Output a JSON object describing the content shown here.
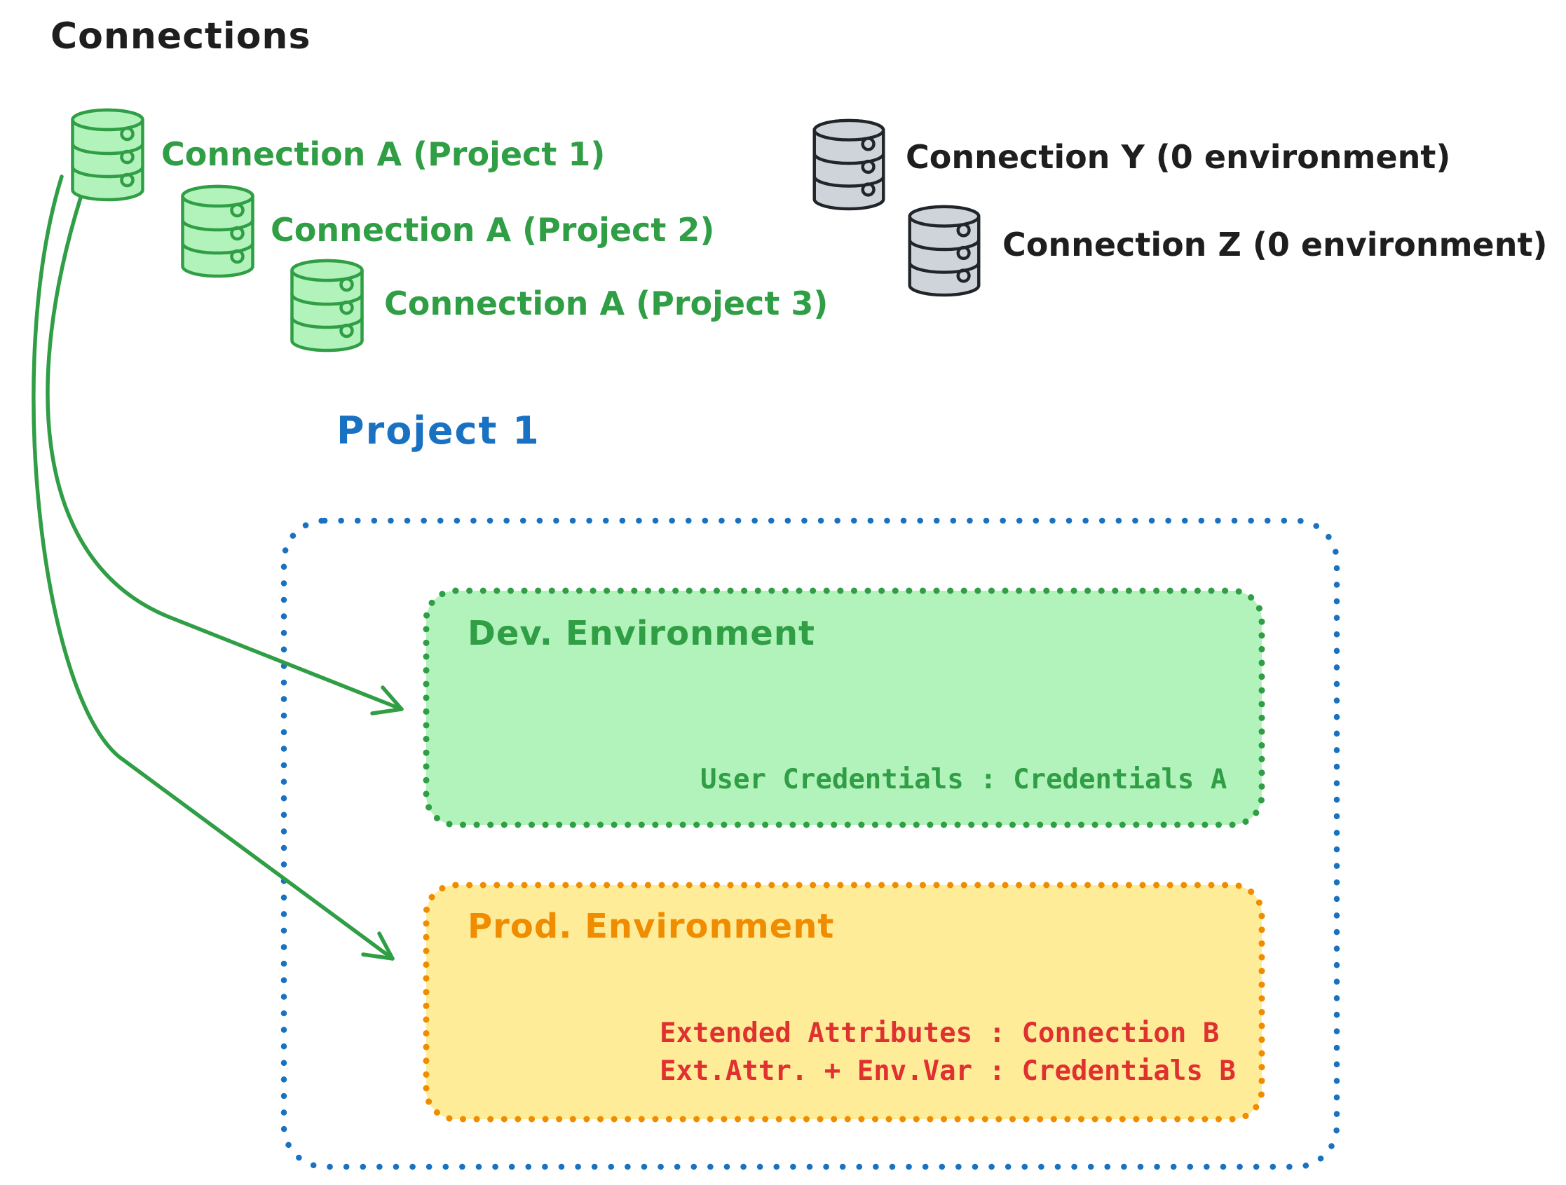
{
  "title": "Connections",
  "palette": {
    "green_stroke": "#2f9e44",
    "green_fill": "#b2f2bb",
    "gray_fill": "#ced4da",
    "dark_stroke": "#212529",
    "black_text": "#1e1e1e",
    "blue": "#1971c2",
    "orange": "#f08c00",
    "yellow_fill": "#ffec99",
    "red": "#e03131"
  },
  "connections": {
    "project_scoped": [
      {
        "label": "Connection A (Project 1)"
      },
      {
        "label": "Connection A (Project 2)"
      },
      {
        "label": "Connection A (Project 3)"
      }
    ],
    "unscoped": [
      {
        "label": "Connection Y (0 environment)"
      },
      {
        "label": "Connection Z (0 environment)"
      }
    ]
  },
  "project": {
    "title": "Project 1",
    "dev": {
      "title": "Dev. Environment",
      "mapping": "User Credentials : Credentials A"
    },
    "prod": {
      "title": "Prod. Environment",
      "mappings": [
        "Extended Attributes : Connection B",
        "Ext.Attr. + Env.Var : Credentials B"
      ]
    }
  }
}
